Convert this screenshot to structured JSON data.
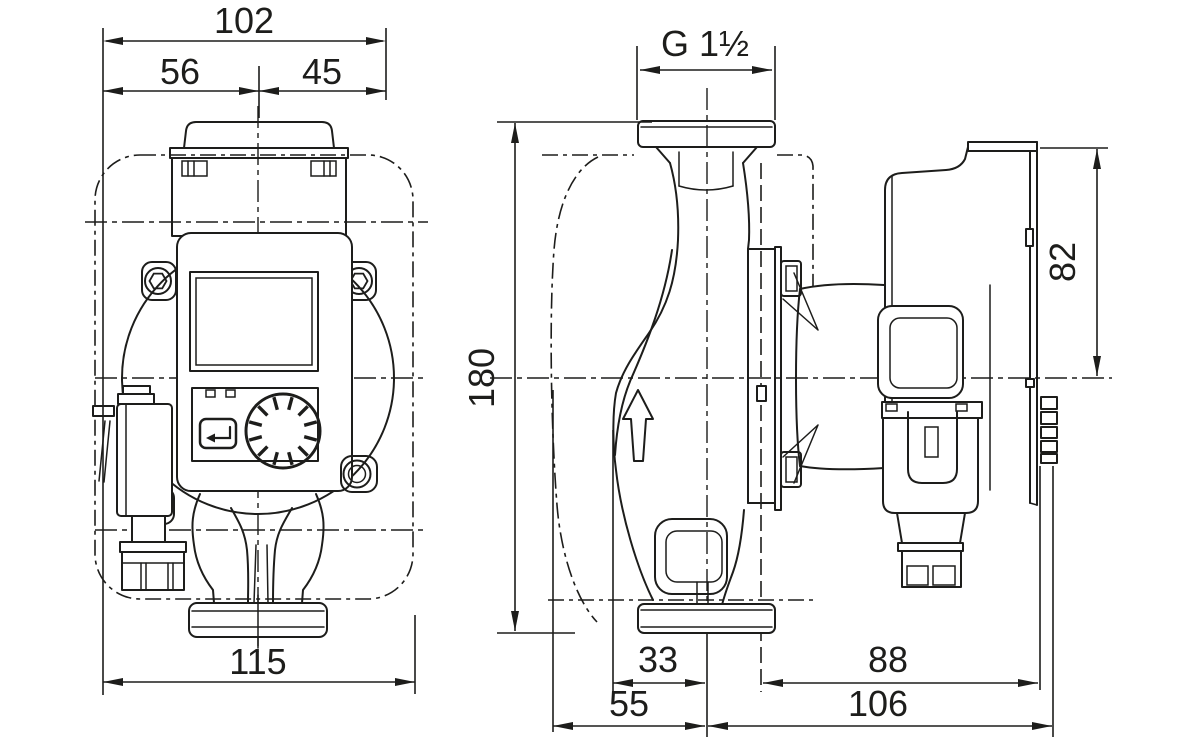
{
  "drawing": {
    "type": "pump-dimensional-drawing",
    "background": "#ffffff",
    "line_color": "#1d1d1b",
    "views": {
      "front": "front-view-with-control-panel",
      "side": "side-view-with-port-thread"
    }
  },
  "dimensions": {
    "front": {
      "overall_width": "102",
      "left_of_center": "56",
      "right_of_center": "45",
      "insulation_width": "115"
    },
    "side": {
      "port_thread": "G 1½",
      "overall_height": "180",
      "module_height": "82",
      "axis_to_foot": "33",
      "front_to_axis": "55",
      "flange_to_rear": "88",
      "axis_to_rear": "106"
    }
  },
  "icons": {
    "flow_direction": "up-arrow-outline",
    "reset_button": "return-arrow",
    "selector_knob": "dial-with-spokes",
    "screw": "hex-socket-screw"
  }
}
